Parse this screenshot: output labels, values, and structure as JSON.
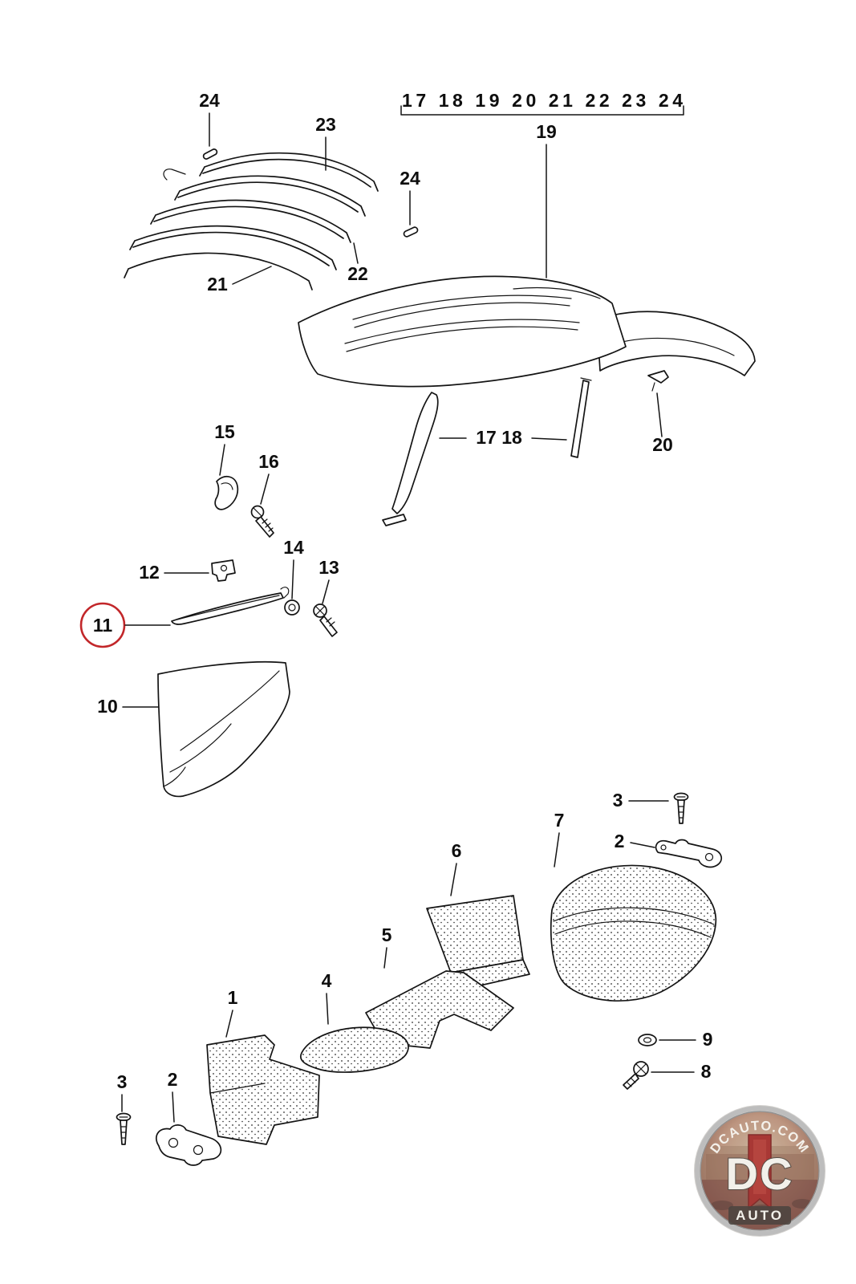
{
  "diagram": {
    "highlight_color": "#c2272a",
    "top_bracket": {
      "label": "17 18 19 20 21 22 23 24"
    },
    "callouts": {
      "n19": "19",
      "n24a": "24",
      "n23": "23",
      "n24b": "24",
      "n21": "21",
      "n22": "22",
      "n20": "20",
      "n17_18": "17 18",
      "n15": "15",
      "n16": "16",
      "n12": "12",
      "n14": "14",
      "n13": "13",
      "n11": "11",
      "n10": "10",
      "n3_top": "3",
      "n2_top": "2",
      "n7": "7",
      "n6": "6",
      "n5": "5",
      "n4": "4",
      "n1": "1",
      "n3_bottom": "3",
      "n2_bottom": "2",
      "n9": "9",
      "n8": "8"
    }
  },
  "logo": {
    "site": "DCAUTO.COM",
    "initials": "DC",
    "word": "AUTO",
    "accent_color": "#a22a26"
  }
}
